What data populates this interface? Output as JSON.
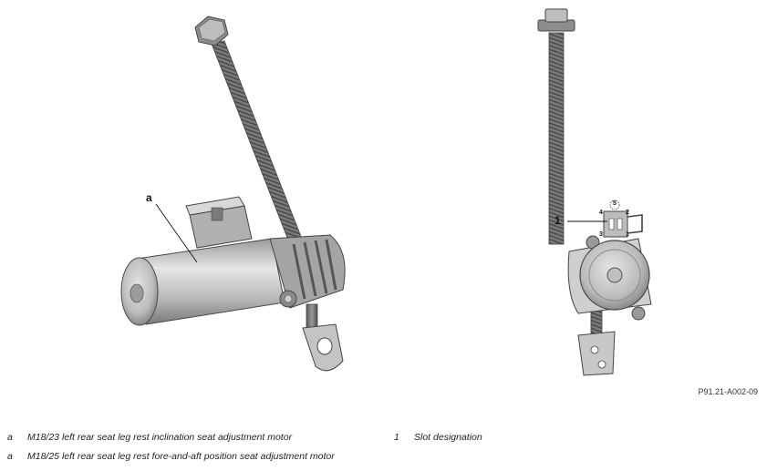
{
  "figure": {
    "callout_a": "a",
    "callout_1": "1",
    "pin_labels": [
      "4",
      "5",
      "2",
      "3",
      "1"
    ],
    "reference": "P91.21-A002-09"
  },
  "legend": {
    "items": [
      {
        "key": "a",
        "text": "M18/23 left rear seat leg rest inclination seat adjustment motor"
      },
      {
        "key": "a",
        "text": "M18/25 left rear seat leg rest fore-and-aft position seat adjustment motor"
      },
      {
        "key": "1",
        "text": "Slot designation"
      }
    ]
  },
  "colors": {
    "metal_light": "#d6d6d6",
    "metal_mid": "#a8a8a8",
    "metal_dark": "#6f6f6f",
    "outline": "#4a4a4a"
  }
}
